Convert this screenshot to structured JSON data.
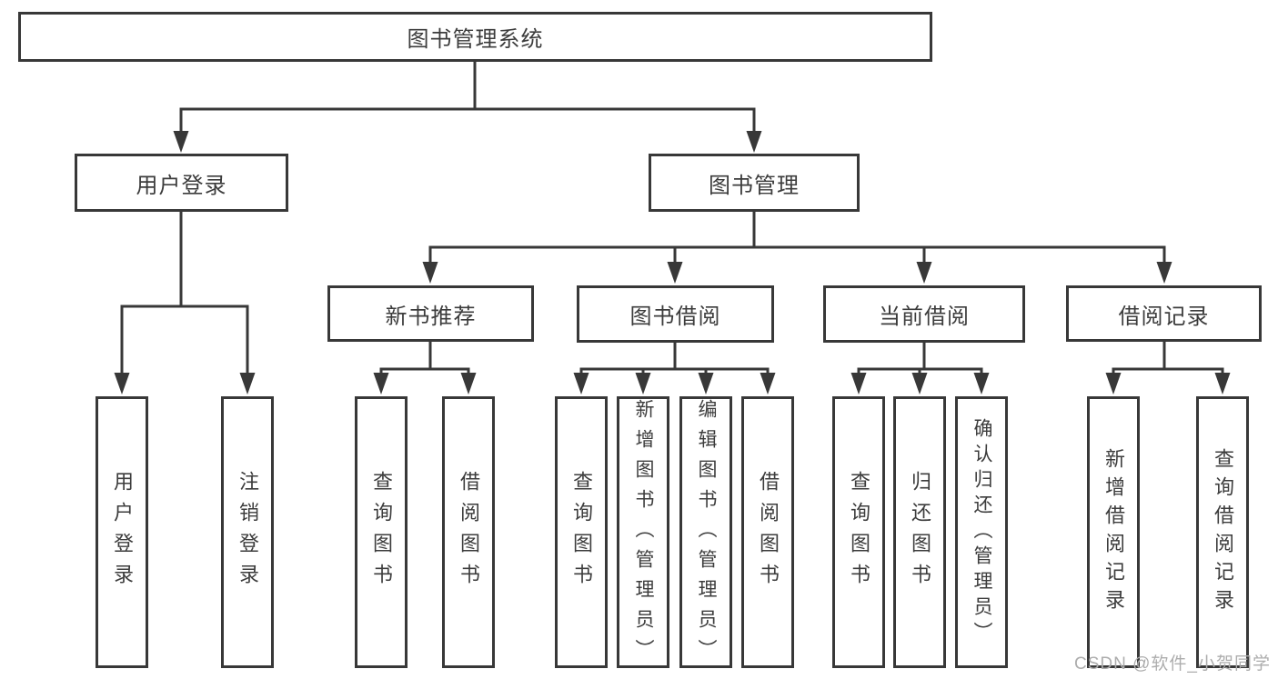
{
  "colors": {
    "line": "#383838",
    "text": "#3c3c3c",
    "watermark": "#adadad",
    "background": "#ffffff"
  },
  "watermark": "CSDN @软件_小贺同学",
  "tree": {
    "label": "图书管理系统",
    "children": [
      {
        "label": "用户登录",
        "children": [
          {
            "label": "用户登录"
          },
          {
            "label": "注销登录"
          }
        ]
      },
      {
        "label": "图书管理",
        "children": [
          {
            "label": "新书推荐",
            "children": [
              {
                "label": "查询图书"
              },
              {
                "label": "借阅图书"
              }
            ]
          },
          {
            "label": "图书借阅",
            "children": [
              {
                "label": "查询图书"
              },
              {
                "label": "新增图书（管理员）"
              },
              {
                "label": "编辑图书（管理员）"
              },
              {
                "label": "借阅图书"
              }
            ]
          },
          {
            "label": "当前借阅",
            "children": [
              {
                "label": "查询图书"
              },
              {
                "label": "归还图书"
              },
              {
                "label": "确认归还（管理员）"
              }
            ]
          },
          {
            "label": "借阅记录",
            "children": [
              {
                "label": "新增借阅记录"
              },
              {
                "label": "查询借阅记录"
              }
            ]
          }
        ]
      }
    ]
  }
}
